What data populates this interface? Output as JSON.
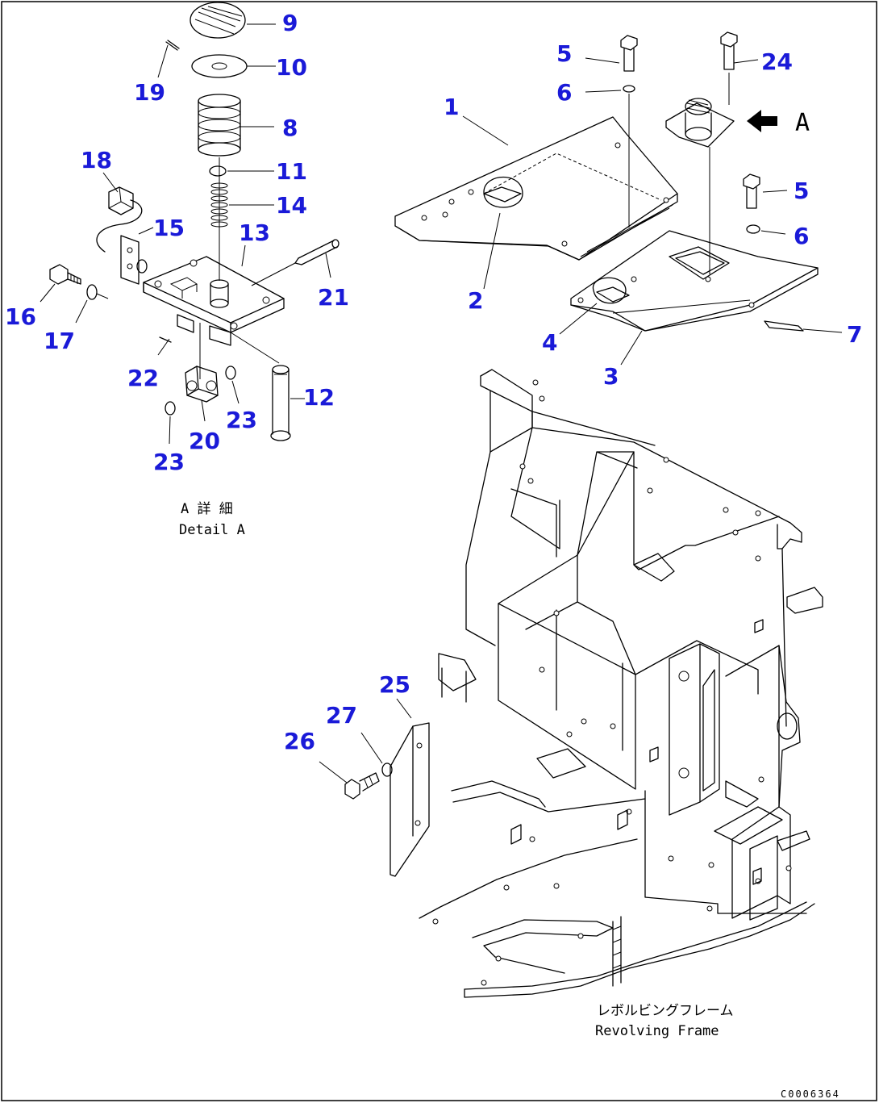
{
  "labels": {
    "p1": "1",
    "p2": "2",
    "p3": "3",
    "p4": "4",
    "p5a": "5",
    "p5b": "5",
    "p6a": "6",
    "p6b": "6",
    "p7": "7",
    "p8": "8",
    "p9": "9",
    "p10": "10",
    "p11": "11",
    "p12": "12",
    "p13": "13",
    "p14": "14",
    "p15": "15",
    "p16": "16",
    "p17": "17",
    "p18": "18",
    "p19": "19",
    "p20": "20",
    "p21": "21",
    "p22": "22",
    "p23a": "23",
    "p23b": "23",
    "p24": "24",
    "p25": "25",
    "p26": "26",
    "p27": "27"
  },
  "view_marker": "A",
  "detail_caption": {
    "jp": "A 詳 細",
    "en": "Detail A"
  },
  "frame_caption": {
    "jp": "レボルビングフレーム",
    "en": "Revolving Frame"
  },
  "drawing_code": "C0006364",
  "colors": {
    "part_number": "#1a1ad8",
    "line": "#000000"
  }
}
